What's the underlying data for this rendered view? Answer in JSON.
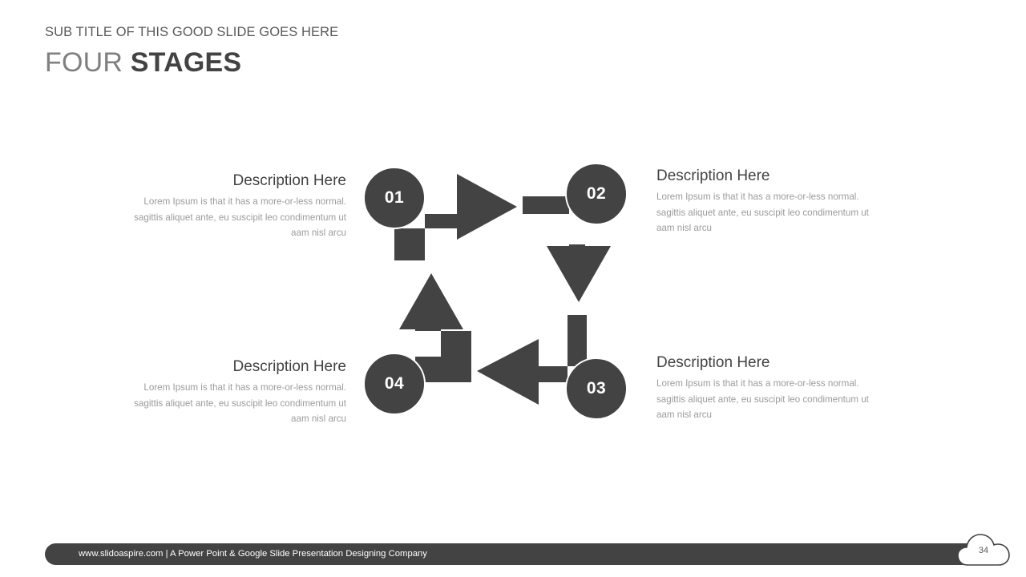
{
  "header": {
    "subtitle": "SUB TITLE OF THIS GOOD SLIDE GOES HERE",
    "title_light": "FOUR ",
    "title_bold": "STAGES"
  },
  "colors": {
    "accent_dark": "#434343",
    "title_light": "#808080",
    "body_text": "#9b9b9b",
    "background": "#ffffff"
  },
  "diagram": {
    "type": "four-stage-cycle",
    "nodes": [
      {
        "id": "01",
        "label": "01",
        "position": "top-left"
      },
      {
        "id": "02",
        "label": "02",
        "position": "top-right"
      },
      {
        "id": "03",
        "label": "03",
        "position": "bottom-right"
      },
      {
        "id": "04",
        "label": "04",
        "position": "bottom-left"
      }
    ],
    "arrows": [
      {
        "from": "01",
        "to": "02",
        "direction": "right",
        "shape": "elbow"
      },
      {
        "from": "02",
        "to": "03",
        "direction": "down",
        "shape": "elbow"
      },
      {
        "from": "03",
        "to": "04",
        "direction": "left",
        "shape": "elbow"
      },
      {
        "from": "04",
        "to": "01",
        "direction": "up",
        "shape": "elbow"
      }
    ]
  },
  "descriptions": [
    {
      "id": "desc-1",
      "title": "Description Here",
      "body": "Lorem  Ipsum is that it has a more-or-less normal. sagittis aliquet ante, eu  suscipit leo condimentum ut aam nisl arcu",
      "align": "right"
    },
    {
      "id": "desc-2",
      "title": "Description Here",
      "body": "Lorem  Ipsum is that it has a more-or-less normal. sagittis aliquet ante, eu  suscipit leo condimentum ut aam nisl arcu",
      "align": "left"
    },
    {
      "id": "desc-3",
      "title": "Description Here",
      "body": "Lorem  Ipsum is that it has a more-or-less normal. sagittis aliquet ante, eu  suscipit leo condimentum ut aam nisl arcu",
      "align": "left"
    },
    {
      "id": "desc-4",
      "title": "Description Here",
      "body": "Lorem  Ipsum is that it has a more-or-less normal. sagittis aliquet ante, eu  suscipit leo condimentum ut aam nisl arcu",
      "align": "right"
    }
  ],
  "footer": {
    "text": "www.slidoaspire.com | A Power Point & Google Slide Presentation Designing Company",
    "page_number": "34",
    "badge_shape": "cloud"
  }
}
